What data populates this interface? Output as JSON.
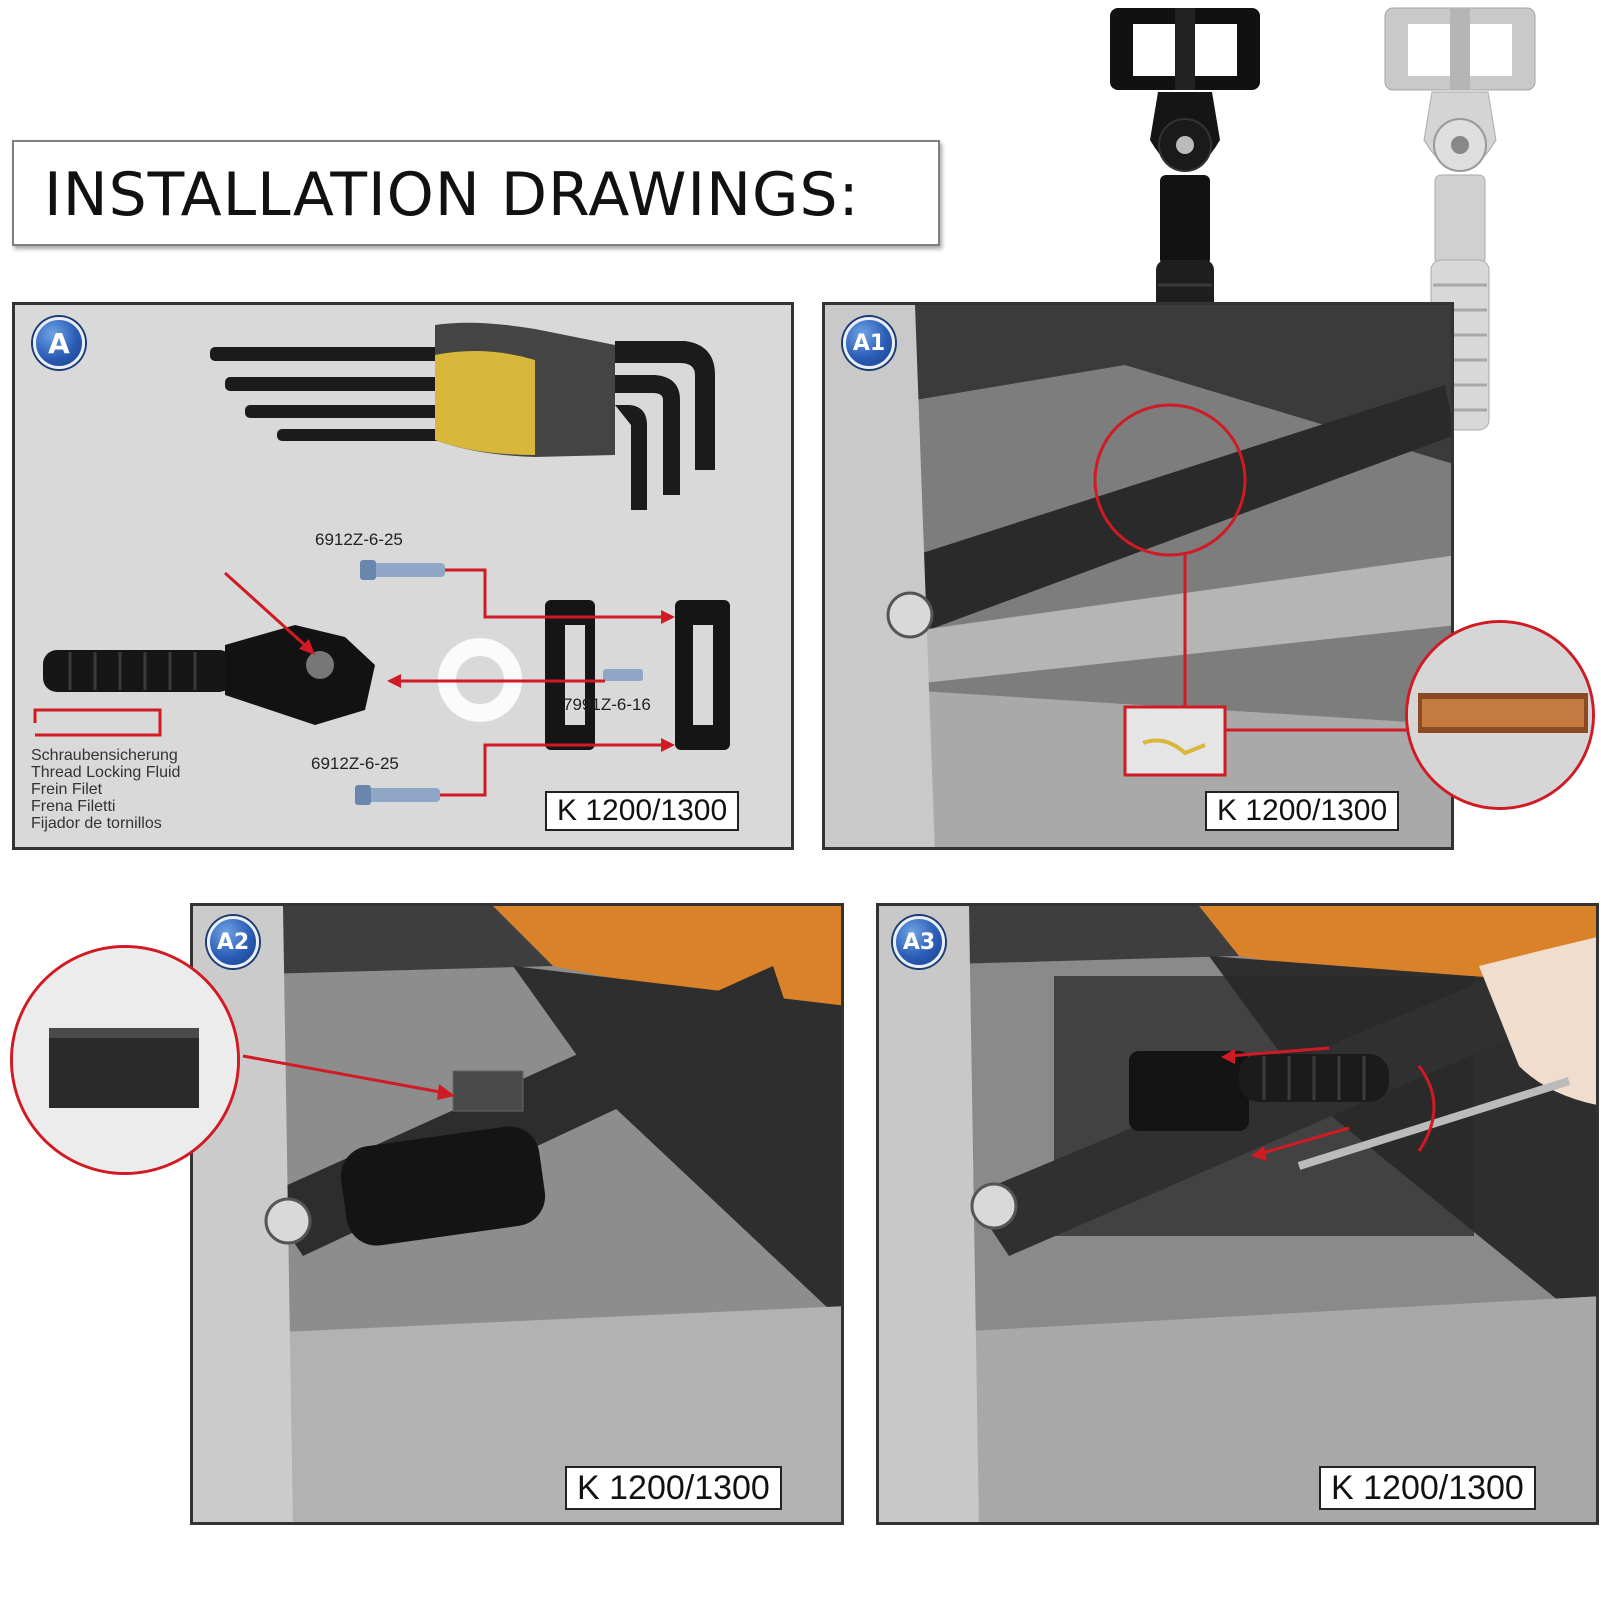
{
  "title": "INSTALLATION DRAWINGS:",
  "panels": {
    "a": {
      "badge": "A",
      "model": "K 1200/1300",
      "part_top": "6912Z-6-25",
      "part_middle": "7991Z-6-16",
      "part_bottom": "6912Z-6-25",
      "thread_note": [
        "Schraubensicherung",
        "Thread Locking Fluid",
        "Frein Filet",
        "Frena Filetti",
        "Fijador de tornillos"
      ]
    },
    "a1": {
      "badge": "A1",
      "model": "K 1200/1300"
    },
    "a2": {
      "badge": "A2",
      "model": "K 1200/1300"
    },
    "a3": {
      "badge": "A3",
      "model": "K 1200/1300"
    }
  },
  "colors": {
    "arrow_red": "#d01a24",
    "badge_blue": "#2b5db6",
    "black_finish": "#111111",
    "silver_finish": "#c8c8c8",
    "motorcycle_orange": "#e07a1a"
  }
}
